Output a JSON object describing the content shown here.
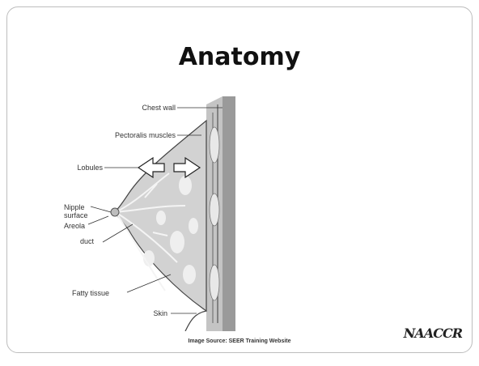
{
  "slide": {
    "title": "Anatomy",
    "source": "Image Source: SEER Training Website",
    "logo": "NAACCR"
  },
  "figure": {
    "labels": {
      "chest_wall": "Chest wall",
      "pectoralis": "Pectoralis muscles",
      "lobules": "Lobules",
      "nipple": "Nipple",
      "surface": "surface",
      "areola": "Areola",
      "duct": "duct",
      "fatty": "Fatty tissue",
      "skin": "Skin"
    }
  }
}
